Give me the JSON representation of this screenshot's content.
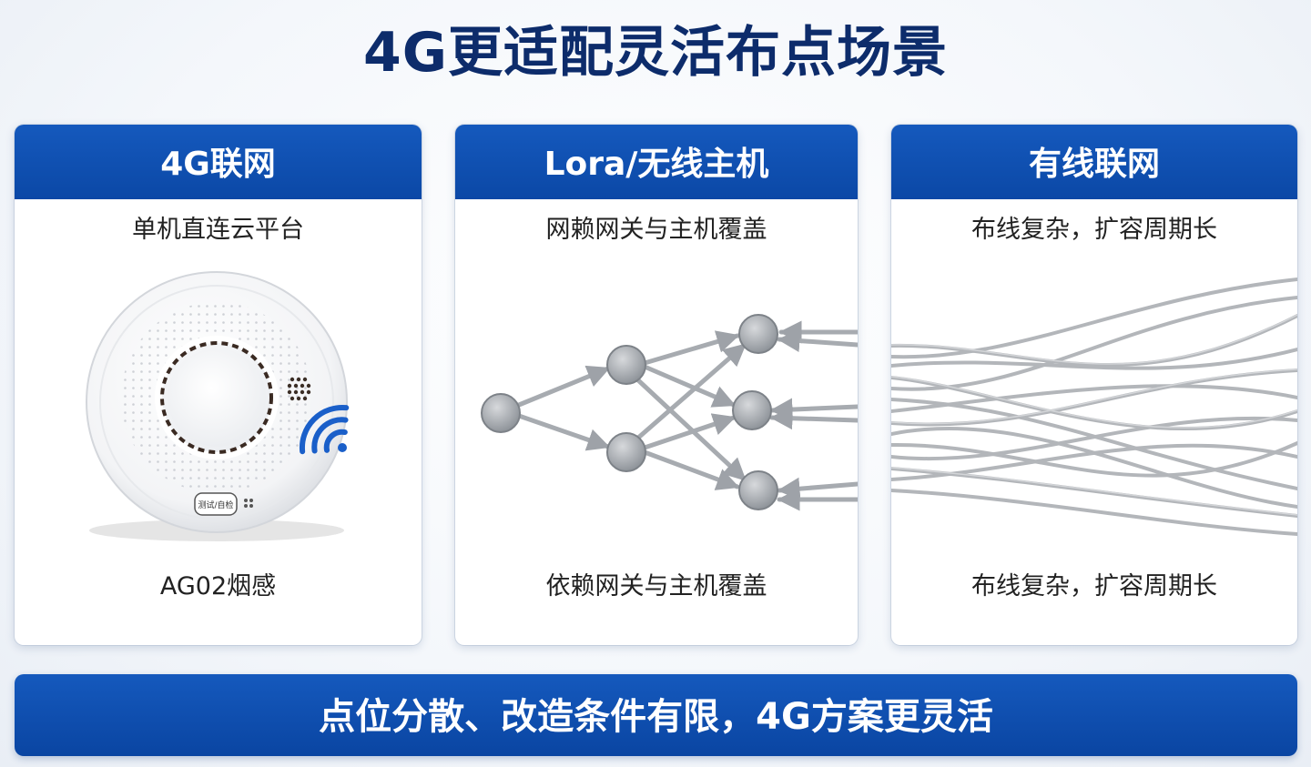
{
  "title": "4G更适配灵活布点场景",
  "cards": [
    {
      "header": "4G联网",
      "subtitle": "单机直连云平台",
      "footer": "AG02烟感",
      "device_button_text": "测试/自检",
      "icon": "wifi-signal-icon"
    },
    {
      "header": "Lora/无线主机",
      "subtitle": "网赖网关与主机覆盖",
      "footer": "依赖网关与主机覆盖",
      "icon": "network-nodes-icon"
    },
    {
      "header": "有线联网",
      "subtitle": "布线复杂，扩容周期长",
      "footer": "布线复杂，扩容周期长",
      "icon": "cables-icon"
    }
  ],
  "banner": "点位分散、改造条件有限，4G方案更灵活",
  "colors": {
    "brand_blue": "#0b48a6",
    "title_navy": "#0d2c6b",
    "wifi_blue": "#1a5fc9"
  }
}
